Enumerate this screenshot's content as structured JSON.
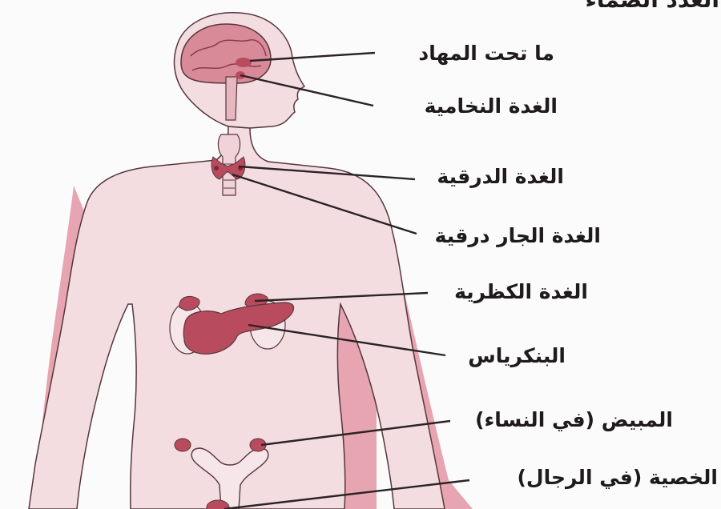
{
  "title": "الغدد الصماء",
  "labels": [
    {
      "id": "hypothalamus",
      "text": "ما تحت المهاد"
    },
    {
      "id": "pituitary",
      "text": "الغدة النخامية"
    },
    {
      "id": "thyroid",
      "text": "الغدة الدرقية"
    },
    {
      "id": "parathyroid",
      "text": "الغدة الجار درقية"
    },
    {
      "id": "adrenal",
      "text": "الغدة الكظرية"
    },
    {
      "id": "pancreas",
      "text": "البنكرياس"
    },
    {
      "id": "ovary",
      "text": "المبيض (في النساء)"
    },
    {
      "id": "testis",
      "text": "الخصية (في الرجال)"
    }
  ],
  "colors": {
    "body_fill": "#f3dde1",
    "shadow_fill": "#e7a5b1",
    "organ_fill": "#b94b5e",
    "outline": "#55363b",
    "line": "#2b2324"
  }
}
